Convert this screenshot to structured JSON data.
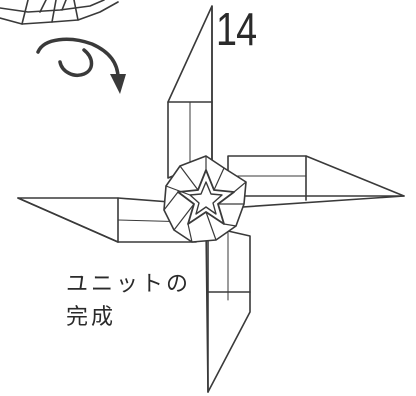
{
  "step": {
    "number": "14"
  },
  "caption": {
    "line1": "ユニットの",
    "line2": "完成"
  },
  "icons": {
    "turn_over": "turn-over-arrow-icon"
  }
}
